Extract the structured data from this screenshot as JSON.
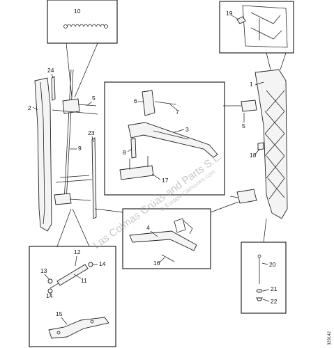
{
  "diagram": {
    "callouts": [
      "1",
      "2",
      "3",
      "4",
      "5",
      "5",
      "6",
      "7",
      "8",
      "9",
      "10",
      "11",
      "12",
      "13",
      "14",
      "14",
      "15",
      "16",
      "17",
      "18",
      "19",
      "20",
      "21",
      "22",
      "23",
      "24"
    ],
    "watermark_primary": "Las Colmas Grúas and Parts S.L.",
    "watermark_secondary": "© Europa-Camiones.com",
    "reference_code": "329142"
  }
}
